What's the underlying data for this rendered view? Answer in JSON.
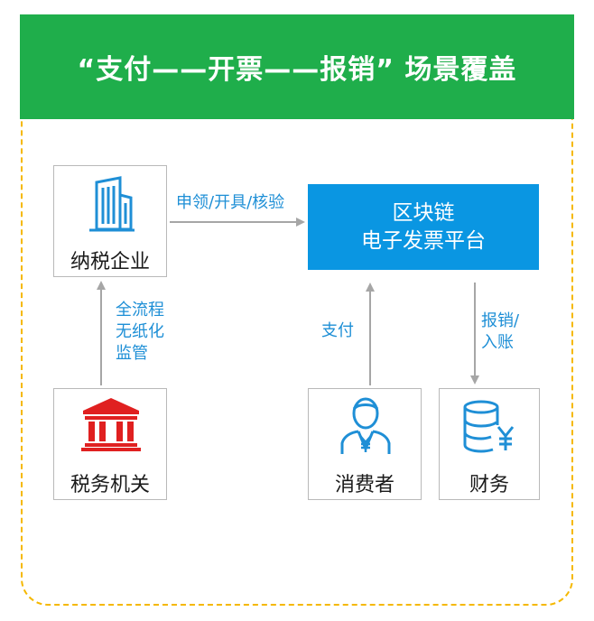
{
  "title": "“支付——开票——报销” 场景覆盖",
  "nodes": {
    "enterprise": {
      "label": "纳税企业",
      "icon": "office-building-icon"
    },
    "tax_office": {
      "label": "税务机关",
      "icon": "government-building-icon"
    },
    "consumer": {
      "label": "消费者",
      "icon": "person-yuan-icon"
    },
    "finance": {
      "label": "财务",
      "icon": "database-yuan-icon"
    },
    "platform": {
      "line1": "区块链",
      "line2": "电子发票平台"
    }
  },
  "edges": {
    "enterprise_to_platform": "申领/开具/核验",
    "tax_to_enterprise": [
      "全流程",
      "无纸化",
      "监管"
    ],
    "consumer_to_platform": "支付",
    "platform_to_finance": [
      "报销/",
      "入账"
    ]
  },
  "colors": {
    "banner": "#1fae4b",
    "platform": "#0a96e2",
    "edge_text": "#1e8fd6",
    "frame": "#f5b800",
    "government_icon": "#e02020",
    "icon_blue": "#1f8fd6"
  }
}
